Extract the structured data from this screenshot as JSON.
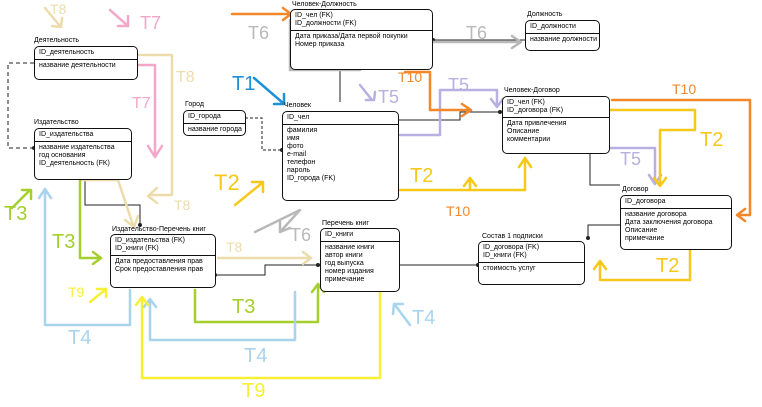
{
  "colors": {
    "T1": "#1e90d6",
    "T2": "#f5c81a",
    "T3": "#a4cf2e",
    "T4": "#a8d4ee",
    "T5": "#b7b0e0",
    "T6": "#b9b9b9",
    "T7": "#f2a6c8",
    "T8": "#ecdcab",
    "T9": "#f7ef35",
    "T10": "#f2882a",
    "lines": "#222222"
  },
  "entities": {
    "deyatelnost": {
      "title": "Деятельность",
      "pk": [
        "ID_деятельность"
      ],
      "attrs": [
        "название деятельности"
      ]
    },
    "izdatelstvo": {
      "title": "Издательство",
      "pk": [
        "ID_издательства"
      ],
      "attrs": [
        "название издательства",
        "год основания",
        "ID_деятельность (FK)"
      ]
    },
    "gorod": {
      "title": "Город",
      "pk": [
        "ID_города"
      ],
      "attrs": [
        "название города"
      ]
    },
    "chelovek": {
      "title": "Человек",
      "pk": [
        "ID_чел"
      ],
      "attrs": [
        "фамилия",
        "имя",
        "фото",
        "e-mail",
        "телефон",
        "пароль",
        "ID_города (FK)"
      ]
    },
    "chel_dolzh": {
      "title": "Человек-Должность",
      "pk": [
        "ID_чел (FK)",
        "ID_должности (FK)"
      ],
      "attrs": [
        "Дата приказа/Дата первой покупки",
        "Номер приказа"
      ]
    },
    "dolzhnost": {
      "title": "Должность",
      "pk": [
        "ID_должности"
      ],
      "attrs": [
        "название должности"
      ]
    },
    "chel_dogovor": {
      "title": "Человек-Договор",
      "pk": [
        "ID_чел (FK)",
        "ID_договора (FK)"
      ],
      "attrs": [
        "Дата привлечения",
        "Описание",
        "комментарии"
      ]
    },
    "dogovor": {
      "title": "Договор",
      "pk": [
        "ID_договора"
      ],
      "attrs": [
        "название договора",
        "Дата заключения договора",
        "Описание",
        "примечание"
      ]
    },
    "izd_perechen": {
      "title": "Издательство-Перечень книг",
      "pk": [
        "ID_издательства (FK)",
        "ID_книги (FK)"
      ],
      "attrs": [
        "Дата предоставления прав",
        "Срок предоставления прав"
      ]
    },
    "perechen": {
      "title": "Перечень книг",
      "pk": [
        "ID_книги"
      ],
      "attrs": [
        "название книги",
        "автор книги",
        "год выпуска",
        "номер издания",
        "примечание"
      ]
    },
    "sostav": {
      "title": "Состав 1 подписки",
      "pk": [
        "ID_договора (FK)",
        "ID_книги (FK)"
      ],
      "attrs": [
        "стоимость услуг"
      ]
    }
  },
  "annotations": [
    {
      "id": "T8a",
      "text": "T8",
      "color": "T8"
    },
    {
      "id": "T7a",
      "text": "T7",
      "color": "T7"
    },
    {
      "id": "T8b",
      "text": "T8",
      "color": "T8"
    },
    {
      "id": "T7b",
      "text": "T7",
      "color": "T7"
    },
    {
      "id": "T6a",
      "text": "T6",
      "color": "T6"
    },
    {
      "id": "T6b",
      "text": "T6",
      "color": "T6"
    },
    {
      "id": "T1",
      "text": "T1",
      "color": "T1"
    },
    {
      "id": "T5a",
      "text": "T5",
      "color": "T5"
    },
    {
      "id": "T5b",
      "text": "T5",
      "color": "T5"
    },
    {
      "id": "T10a",
      "text": "T10",
      "color": "T10"
    },
    {
      "id": "T10b",
      "text": "T10",
      "color": "T10"
    },
    {
      "id": "T10c",
      "text": "T10",
      "color": "T10"
    },
    {
      "id": "T2a",
      "text": "T2",
      "color": "T2"
    },
    {
      "id": "T2b",
      "text": "T2",
      "color": "T2"
    },
    {
      "id": "T2c",
      "text": "T2",
      "color": "T2"
    },
    {
      "id": "T5c",
      "text": "T5",
      "color": "T5"
    },
    {
      "id": "T2d",
      "text": "T2",
      "color": "T2"
    },
    {
      "id": "T3a",
      "text": "T3",
      "color": "T3"
    },
    {
      "id": "T3b",
      "text": "T3",
      "color": "T3"
    },
    {
      "id": "T8c",
      "text": "T8",
      "color": "T8"
    },
    {
      "id": "T8d",
      "text": "T8",
      "color": "T8"
    },
    {
      "id": "T6c",
      "text": "T6",
      "color": "T6"
    },
    {
      "id": "T9a",
      "text": "T9",
      "color": "T9"
    },
    {
      "id": "T3c",
      "text": "T3",
      "color": "T3"
    },
    {
      "id": "T4a",
      "text": "T4",
      "color": "T4"
    },
    {
      "id": "T4b",
      "text": "T4",
      "color": "T4"
    },
    {
      "id": "T4c",
      "text": "T4",
      "color": "T4"
    },
    {
      "id": "T9b",
      "text": "T9",
      "color": "T9"
    }
  ]
}
